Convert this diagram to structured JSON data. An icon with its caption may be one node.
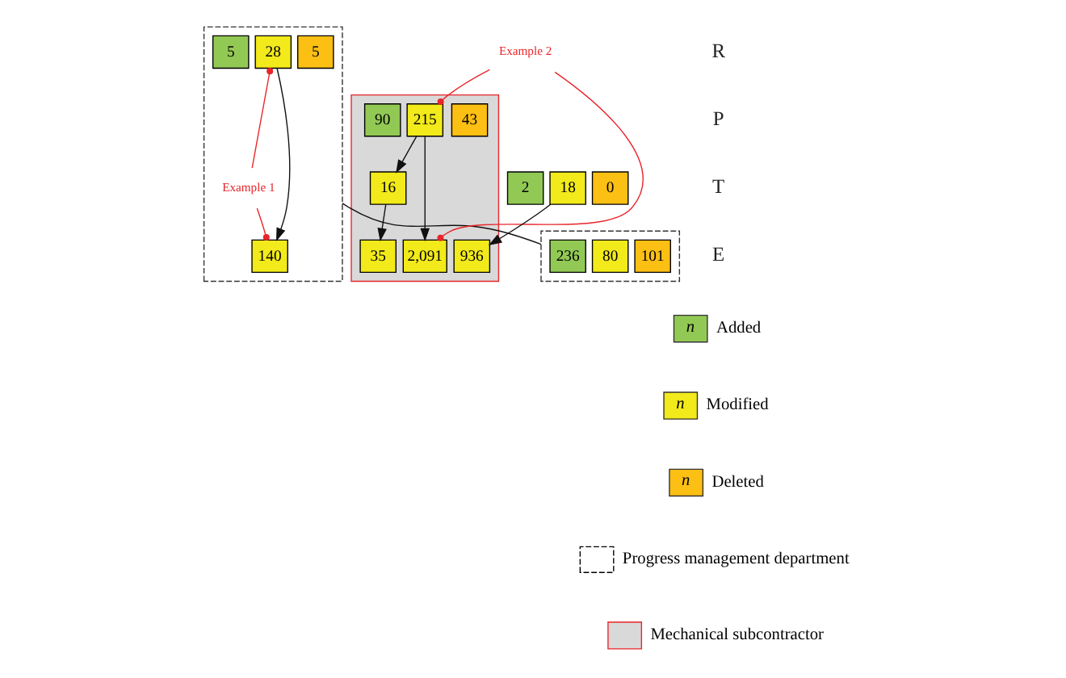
{
  "diagram": {
    "nodes": [
      {
        "text": [],
        "shape": "box"
      },
      {
        "text": [
          "5"
        ],
        "in": 0
      },
      {
        "text": [
          "28"
        ],
        "in": 0
      },
      {
        "text": [
          "5"
        ],
        "in": 0
      },
      {
        "text": [
          "Example 1"
        ],
        "in": 0
      },
      {
        "text": [
          "140"
        ],
        "in": 0
      },
      {
        "text": [],
        "shape": "box"
      },
      {
        "text": [
          "90"
        ],
        "in": 6
      },
      {
        "text": [
          "215"
        ],
        "in": 6
      },
      {
        "text": [
          "43"
        ],
        "in": 6
      },
      {
        "text": [
          "16"
        ],
        "in": 6
      },
      {
        "text": [
          "35"
        ],
        "in": 6
      },
      {
        "text": [
          "2,091"
        ],
        "in": 6
      },
      {
        "text": [
          "936"
        ],
        "in": 6
      },
      {
        "text": [],
        "shape": "box"
      },
      {
        "text": [
          "236"
        ],
        "in": 14
      },
      {
        "text": [
          "80"
        ],
        "in": 14
      },
      {
        "text": [
          "101"
        ],
        "in": 14
      },
      {
        "text": [
          "Example 2"
        ]
      },
      {
        "text": [
          "2"
        ]
      },
      {
        "text": [
          "18"
        ]
      },
      {
        "text": [
          "0"
        ]
      }
    ],
    "edges": [
      {
        "from": 2,
        "to": 5,
        "arrow": "to"
      },
      {
        "from": 8,
        "to": 10,
        "arrow": "to"
      },
      {
        "from": 8,
        "to": 12,
        "arrow": "to"
      },
      {
        "from": 10,
        "to": 11,
        "arrow": "to"
      },
      {
        "from": 20,
        "to": 13,
        "arrow": "to"
      },
      {
        "from": 0,
        "to": 14,
        "arrow": "none"
      },
      {
        "from": 4,
        "to": 2,
        "arrow": "other",
        "color": "#e8262a"
      },
      {
        "from": 4,
        "to": 5,
        "arrow": "other",
        "color": "#e8262a"
      },
      {
        "from": 18,
        "to": 8,
        "arrow": "other",
        "color": "#e8262a"
      },
      {
        "from": 18,
        "to": 12,
        "arrow": "other",
        "color": "#e8262a"
      }
    ],
    "labels": [
      "R",
      "P",
      "T",
      "E",
      "n",
      "n",
      "n"
    ],
    "legend": [
      {
        "text": "Added",
        "color": "#92c955"
      },
      {
        "text": "Modified",
        "color": "#f2ea1a"
      },
      {
        "text": "Deleted",
        "color": "#fcbf13"
      },
      {
        "text": "Progress management department"
      },
      {
        "text": "Mechanical subcontractor",
        "color": "#d9d9d9"
      }
    ]
  }
}
